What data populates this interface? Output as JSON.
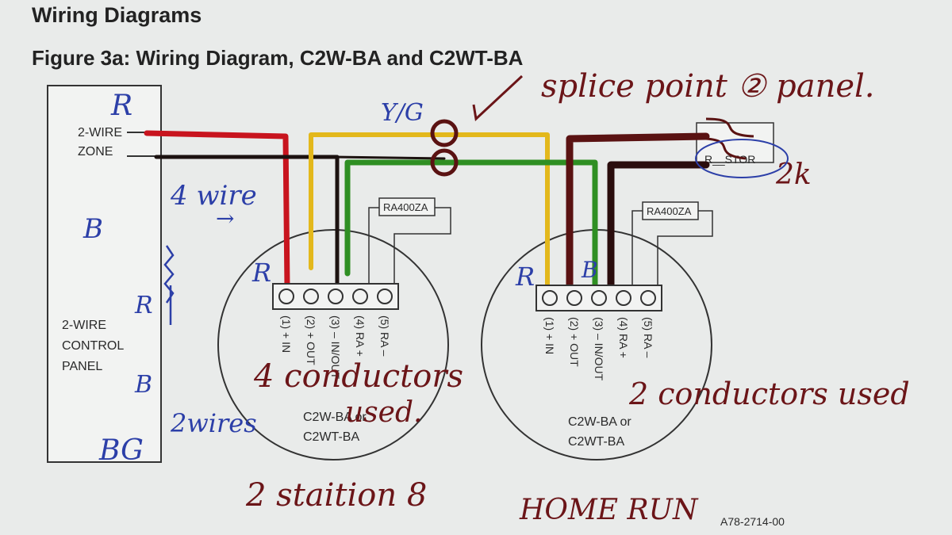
{
  "heading": "Wiring Diagrams",
  "figure_title": "Figure 3a: Wiring Diagram, C2W-BA and C2WT-BA",
  "zone_label": [
    "2-WIRE",
    "ZONE"
  ],
  "panel_label": [
    "2-WIRE",
    "CONTROL",
    "PANEL"
  ],
  "resistor_label": "RA400ZA",
  "resistor_box_label": "R__STOR",
  "terminals": [
    "(1) + IN",
    "(2) + OUT",
    "(3) – IN/OUT",
    "(4) RA +",
    "(5) RA –"
  ],
  "detector_model": [
    "C2W-BA or",
    "C2WT-BA"
  ],
  "figure_code": "A78-2714-00",
  "handwriting": {
    "splice": "splice point ② panel.",
    "yg": "Y/G",
    "resistance": "2k",
    "four_wire": "4 wire",
    "arrow": "→",
    "r_top": "R",
    "b_left": "B",
    "r_left": "R",
    "b_mid": "B",
    "bg": "BG",
    "two_wires": "2wires",
    "r_det1": "R",
    "r_det2": "R",
    "b_det2": "B",
    "four_conductors": "4 conductors",
    "used1": "used.",
    "two_conductors": "2 conductors used",
    "bottom": "2 staition 8",
    "home_run": "HOME RUN"
  },
  "colors": {
    "red": "#c8141e",
    "yellow": "#e3b81c",
    "green": "#2f8f23",
    "black": "#1c1210",
    "maroon": "#5a1212",
    "blue_ink": "#2c3fa8",
    "dark_ink": "#6b1518"
  }
}
